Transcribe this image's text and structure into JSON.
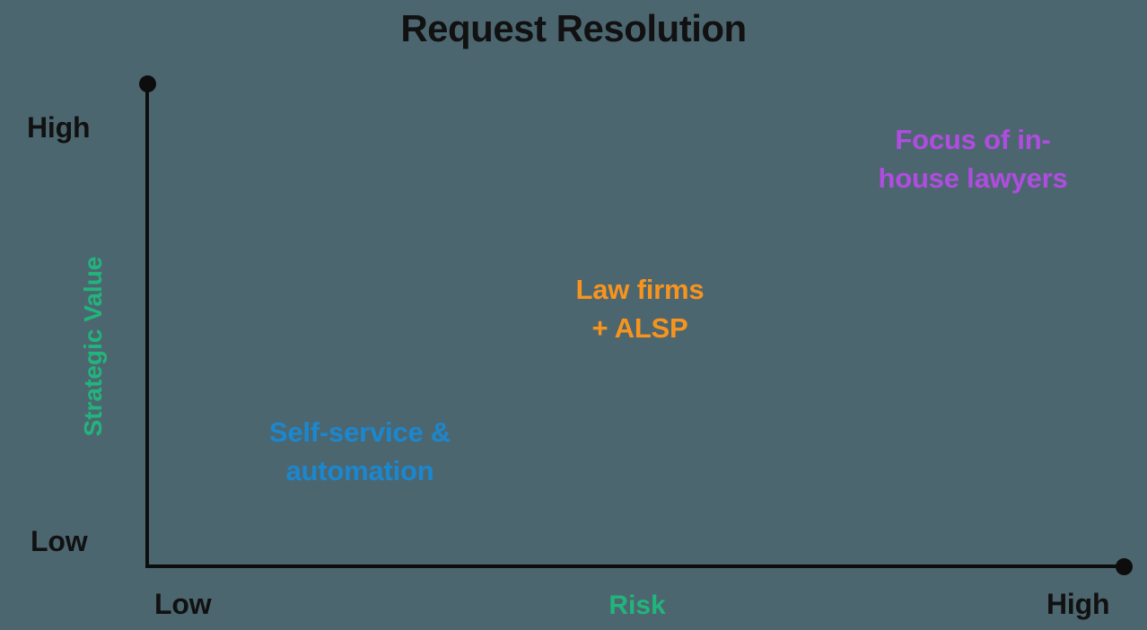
{
  "chart_data": {
    "type": "scatter",
    "title": "Request Resolution",
    "xlabel": "Risk",
    "ylabel": "Strategic Value",
    "x_ticks": [
      "Low",
      "High"
    ],
    "y_ticks": [
      "Low",
      "High"
    ],
    "xlim": [
      "Low",
      "High"
    ],
    "ylim": [
      "Low",
      "High"
    ],
    "grid": false,
    "legend": "none",
    "annotations": [
      {
        "label": "Self-service & automation",
        "line1": "Self-service &",
        "line2": "automation",
        "color": "#1b87ce",
        "risk": "Low",
        "strategic_value": "Low"
      },
      {
        "label": "Law firms + ALSP",
        "line1": "Law firms",
        "line2": "+ ALSP",
        "color": "#f7941d",
        "risk": "Medium",
        "strategic_value": "Medium"
      },
      {
        "label": "Focus of in-house lawyers",
        "line1": "Focus of in-",
        "line2": "house lawyers",
        "color": "#b04ce0",
        "risk": "High",
        "strategic_value": "High"
      }
    ]
  },
  "title": "Request Resolution",
  "axes": {
    "y": {
      "title": "Strategic Value",
      "high_label": "High",
      "low_label": "Low"
    },
    "x": {
      "title": "Risk",
      "low_label": "Low",
      "high_label": "High"
    }
  },
  "annotations": {
    "self_service": {
      "line1": "Self-service &",
      "line2": "automation"
    },
    "law_firms": {
      "line1": "Law firms",
      "line2": "+ ALSP"
    },
    "in_house": {
      "line1": "Focus of in-",
      "line2": "house lawyers"
    }
  },
  "colors": {
    "background": "#4c6670",
    "axis": "#0d0d0d",
    "text": "#111111",
    "accent_green": "#22b57b",
    "accent_blue": "#1b87ce",
    "accent_orange": "#f7941d",
    "accent_purple": "#b04ce0"
  }
}
